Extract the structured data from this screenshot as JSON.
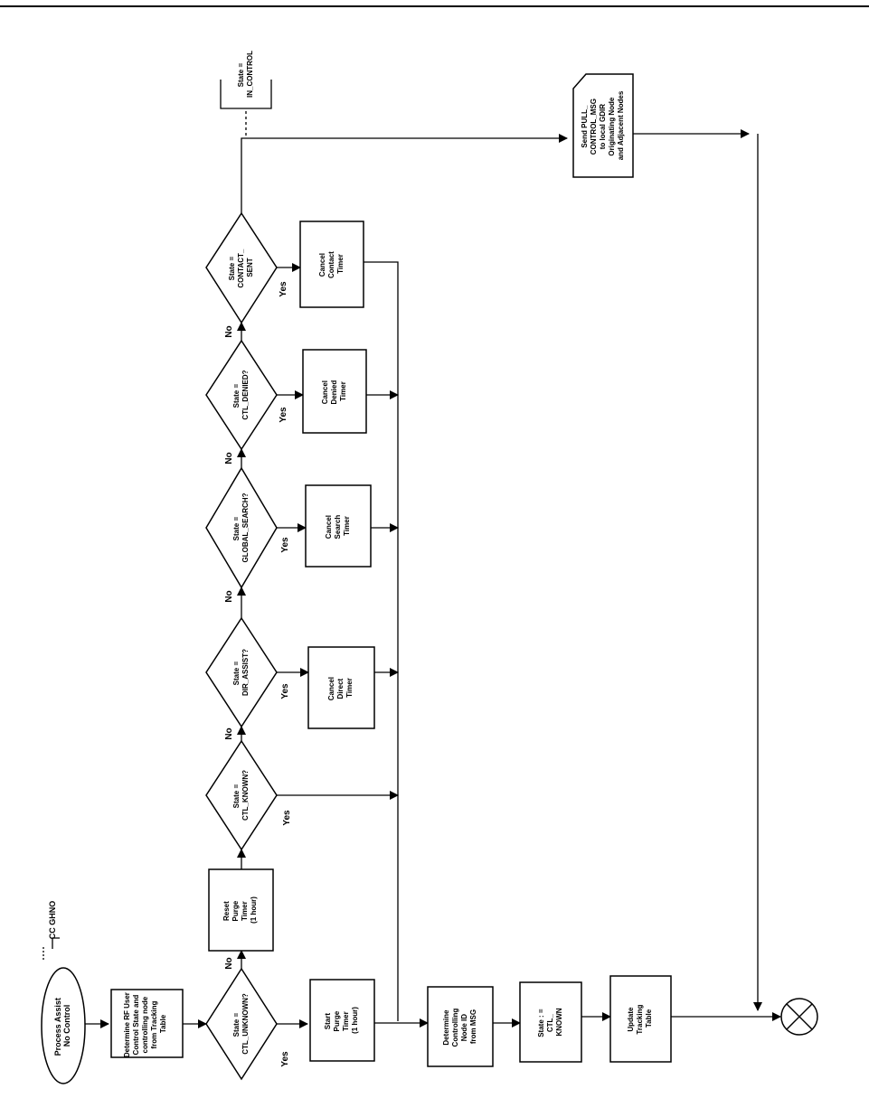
{
  "flowchart": {
    "start_label": [
      "Process Assist",
      "No Control"
    ],
    "connector_label": "CC GHNO",
    "determine_state": [
      "Determine RF User",
      "Control State and",
      "controlling node",
      "from Tracking",
      "Table"
    ],
    "decisions": {
      "unknown": [
        "State =",
        "CTL_UNKNOWN?"
      ],
      "known": [
        "State =",
        "CTL_KNOWN?"
      ],
      "dir_assist": [
        "State =",
        "DIR_ASSIST?"
      ],
      "global_search": [
        "State =",
        "GLOBAL_SEARCH?"
      ],
      "denied": [
        "State =",
        "CTL_DENIED?"
      ],
      "contact_sent": [
        "State =",
        "CONTACT_",
        "SENT"
      ]
    },
    "processes": {
      "start_purge": [
        "Start",
        "Purge",
        "Timer",
        "(1 hour)"
      ],
      "reset_purge": [
        "Reset",
        "Purge",
        "Timer",
        "(1 hour)"
      ],
      "cancel_direct": [
        "Cancel",
        "Direct",
        "Timer"
      ],
      "cancel_search": [
        "Cancel",
        "Search",
        "Timer"
      ],
      "cancel_denied": [
        "Cancel",
        "Denied",
        "Timer"
      ],
      "cancel_contact": [
        "Cancel",
        "Contact",
        "Timer"
      ],
      "determine_node": [
        "Determine",
        "Controlling",
        "Node ID",
        "from MSG"
      ],
      "set_known": [
        "State : =",
        "CTL_",
        "KNOWN"
      ],
      "update_table": [
        "Update",
        "Tracking",
        "Table"
      ]
    },
    "in_control_annotation": [
      "State =",
      "IN_CONTROL"
    ],
    "send_msg": [
      "Send PULL_",
      "CONTROL_MSG",
      "to local GDIR",
      "Originating Node",
      "and Adjacent Nodes"
    ],
    "yes": "Yes",
    "no": "No"
  }
}
